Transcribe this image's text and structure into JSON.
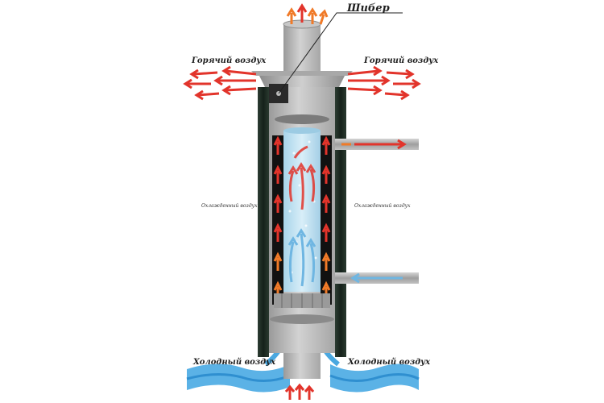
{
  "labels": {
    "damper": "Шибер",
    "hot_air_left": "Горячий воздух",
    "hot_air_right": "Горячий воздух",
    "cooled_air_left": "Охлажденный воздух",
    "cooled_air_right": "Охлажденный воздух",
    "cold_air_left": "Холодный воздух",
    "cold_air_right": "Холодный воздух"
  },
  "colors": {
    "hot_arrow": "#e2342b",
    "flame_arrow": "#f07a28",
    "cold_water": "#4aa8e0",
    "cold_arrow": "#8cc9ea",
    "steel": "#b8b8b8",
    "stone_panel": "#1e2b24",
    "tank_water": "#bcdff0",
    "label_text": "#1f1f1f"
  }
}
